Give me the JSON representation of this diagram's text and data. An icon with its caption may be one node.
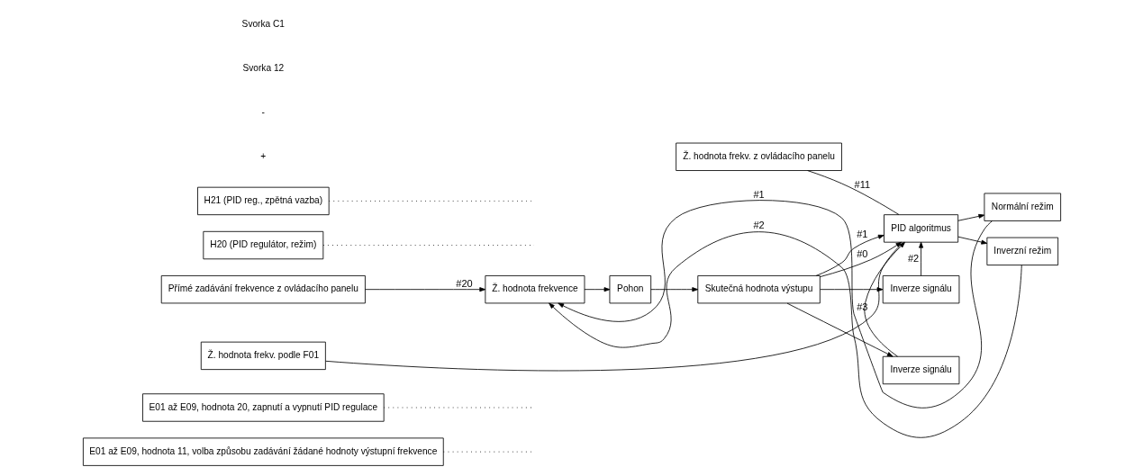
{
  "diagram": {
    "nodes": [
      {
        "text": [
          "E01 až E09, hodnota 11, volba způsobu zadávání žádané hodnoty výstupní frekvence"
        ]
      },
      {
        "text": [
          "E01 až E09, hodnota 20, zapnutí a vypnutí PID regulace"
        ]
      },
      {
        "text": [
          "Přímé zadávání frekvence z ovládacího panelu"
        ]
      },
      {
        "text": [
          "Ž. hodnota frekvence"
        ]
      },
      {
        "text": [
          "Pohon"
        ]
      },
      {
        "text": [
          "Skutečná hodnota výstupu"
        ]
      },
      {
        "text": [
          "Ž. hodnota frekv. z ovládacího panelu"
        ]
      },
      {
        "text": [
          "PID algoritmus"
        ]
      },
      {
        "text": [
          "Normální režim"
        ]
      },
      {
        "text": [
          "Inverzní režim"
        ]
      },
      {
        "text": [
          "Inverze signálu"
        ]
      },
      {
        "text": [
          "Ž. hodnota frekv. podle F01"
        ]
      },
      {
        "text": [
          "Inverze signálu"
        ]
      },
      {
        "text": [
          "H20 (PID regulátor, režim)"
        ]
      },
      {
        "text": [
          "H21 (PID reg., zpětná vazba)"
        ]
      }
    ],
    "edges": [
      {
        "from": 2,
        "to": 3,
        "arrow": "to",
        "label": "#20"
      },
      {
        "from": 3,
        "to": 4,
        "arrow": "to"
      },
      {
        "from": 4,
        "to": 5,
        "arrow": "to"
      },
      {
        "from": 6,
        "to": 7,
        "arrow": "none",
        "label": "#11"
      },
      {
        "from": 11,
        "to": 7,
        "arrow": "none"
      },
      {
        "from": 7,
        "to": 8,
        "arrow": "to"
      },
      {
        "from": 7,
        "to": 9,
        "arrow": "to"
      },
      {
        "from": 8,
        "to": 3,
        "arrow": "to",
        "label": "#1"
      },
      {
        "from": 9,
        "to": 3,
        "arrow": "to",
        "label": "#2"
      },
      {
        "from": 5,
        "to": 7,
        "arrow": "to",
        "label": "#0"
      },
      {
        "from": 5,
        "to": 10,
        "arrow": "to"
      },
      {
        "from": 10,
        "to": 7,
        "arrow": "to",
        "label": "#2"
      },
      {
        "from": 5,
        "to": 7,
        "arrow": "to",
        "label": "#1"
      },
      {
        "from": 5,
        "to": 12,
        "arrow": "to"
      },
      {
        "from": 12,
        "to": 7,
        "arrow": "to",
        "label": "#3"
      },
      {
        "from": 0,
        "to": null,
        "arrow": "none",
        "style": "dashed"
      },
      {
        "from": 1,
        "to": null,
        "arrow": "none",
        "style": "dashed"
      },
      {
        "from": 13,
        "to": null,
        "arrow": "none",
        "style": "dashed"
      },
      {
        "from": 14,
        "to": null,
        "arrow": "none",
        "style": "dashed"
      }
    ],
    "labels": [
      "+",
      "-",
      "Svorka 12",
      "Svorka C1"
    ]
  }
}
